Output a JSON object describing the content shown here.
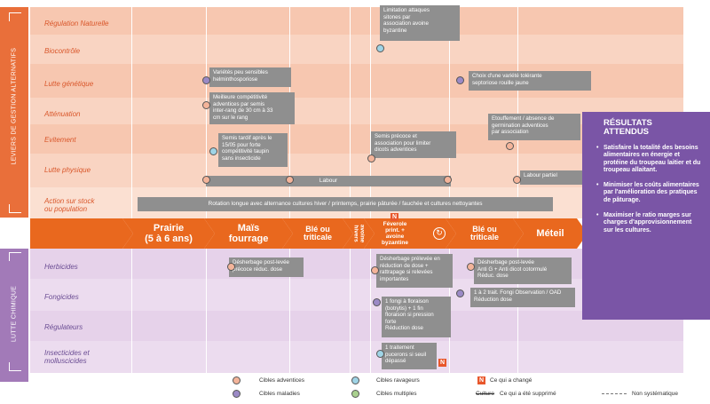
{
  "side_labels": {
    "top": "LEVIERS DE GESTION ALTERNATIFS",
    "bottom": "LUTTE CHIMIQUE"
  },
  "rows": [
    {
      "label": "Régulation Naturelle"
    },
    {
      "label": "Biocontrôle"
    },
    {
      "label": "Lutte génétique"
    },
    {
      "label": "Atténuation"
    },
    {
      "label": "Evitement"
    },
    {
      "label": "Lutte physique"
    },
    {
      "label": "Action sur stock\nou population"
    }
  ],
  "chem_rows": [
    {
      "label": "Herbicides"
    },
    {
      "label": "Fongicides"
    },
    {
      "label": "Régulateurs"
    },
    {
      "label": "Insecticides et\nmolluscicides"
    }
  ],
  "stages": [
    {
      "label": "Prairie\n(5 à 6 ans)"
    },
    {
      "label": "Maïs\nfourrage"
    },
    {
      "label": "Blé ou\ntriticale"
    },
    {
      "label": "avoine\nhivers"
    },
    {
      "label": "Féverole\nprint. +\navoine\nbyzantine"
    },
    {
      "label": "Blé ou\ntriticale"
    },
    {
      "label": "Méteil"
    }
  ],
  "boxes": {
    "limitation": "Limitation attaques\nsitones par\nassociation avoine\nbyzantine",
    "varietes": "Variétés peu sensibles\nhelminthosporiose",
    "choix_variete": "Choix d'une variété tolérante\nseptoriose rouille jaune",
    "competitivite": "Meilleure compétitivité\nadventices par semis\ninter-rang de 30 cm à 33\ncm sur le rang",
    "etouffement": "Etouffement / absence de\ngermination adventices\npar association",
    "semis_tardif": "Semis tardif après le\n15/05 pour forte\ncompétitivité taupin\nsans insecticide",
    "semis_precoce": "Semis précoce et\nassociation pour limiter\ndicots adventices",
    "labour_partiel": "Labour partiel",
    "labour": "Labour",
    "rotation": "Rotation longue avec alternance cultures hiver / printemps, prairie pâturée / fauchée et cultures nettoyantes",
    "desherbage_mais": "Désherbage post-levée\nprécoce réduc. dose",
    "desherbage_fev": "Désherbage prélevée en\nréduction de dose +\nrattrapage si relevées\nimportantes",
    "desherbage_ble": "Désherbage post-levée\nAnti G + Anti dicot cotormulé\nRéduc. dose",
    "fongi_fev": "1 fongi à floraison\n(botrytis) + 1 fin\nfloraison si pression\nforte\nRéduction dose",
    "fongi_ble": "1 à 2 trait. Fongi Observation / OAD\nRéduction dose",
    "insect_fev": "1 traitement\npucerons si seuil\ndépassé"
  },
  "results": {
    "title": "RÉSULTATS\nATTENDUS",
    "items": [
      "Satisfaire la totalité des besoins alimentaires en énergie et protéine du troupeau laitier et du troupeau allaitant.",
      "Minimiser les coûts alimentaires par l'amélioration des pratiques de pâturage.",
      "Maximiser le ratio marges sur charges d'approvisionnement sur les cultures."
    ]
  },
  "legend": {
    "adventices": "Cibles adventices",
    "maladies": "Cibles maladies",
    "ravageurs": "Cibles ravageurs",
    "multiples": "Cibles multiples",
    "changed_badge": "N",
    "changed": "Ce qui a changé",
    "removed_word": "Culture",
    "removed": "Ce qui a été supprimé",
    "non_syst": "Non systématique"
  },
  "colors": {
    "orange": "#e9681e",
    "purple": "#7a55a6",
    "grey_box": "#8f8f8f"
  }
}
